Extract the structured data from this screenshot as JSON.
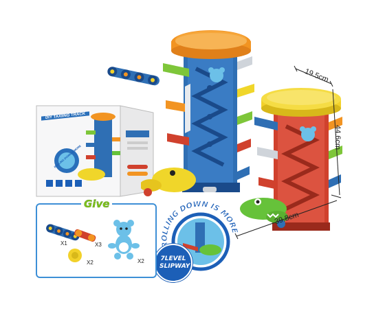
{
  "dimensions": {
    "width_label": "19.5cm",
    "height_label": "44.6cm",
    "depth_label": "39.8cm"
  },
  "box": {
    "title": "DIY TAXIING TRACK",
    "badge_text": "ROLLING DOWN IS MORE"
  },
  "promo": {
    "arc_text": "ROLLING DOWN IS MORE!",
    "slipway_badge": "7LEVEL SLIPWAY"
  },
  "give": {
    "title": "Give",
    "items": [
      {
        "name": "blue-car-chain",
        "qty": "X1"
      },
      {
        "name": "red-car",
        "qty": "X3"
      },
      {
        "name": "yellow-wheel",
        "qty": "X2"
      },
      {
        "name": "bear-figure",
        "qty": "X2"
      }
    ]
  },
  "colors": {
    "blue_tower": "#2f6fb4",
    "red_tower": "#d0412d",
    "orange_top": "#f29422",
    "yellow_top": "#f2d12a",
    "green_croc": "#66c23a",
    "yellow_croc": "#f0d62a",
    "give_border": "#3d8fd6",
    "give_title": "#7fc41c",
    "badge_blue": "#1c5fb7"
  }
}
